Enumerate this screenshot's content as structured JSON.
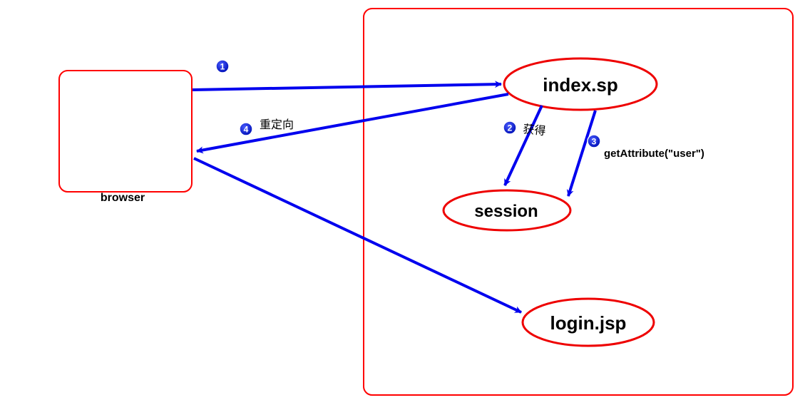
{
  "colors": {
    "node_border": "#ff0000",
    "arrow": "#0000ee",
    "badge": "#0000cc",
    "text": "#000000",
    "background": "#ffffff"
  },
  "nodes": {
    "browser": {
      "label": "browser"
    },
    "index": {
      "label": "index.sp"
    },
    "session": {
      "label": "session"
    },
    "login": {
      "label": "login.jsp"
    }
  },
  "edges": {
    "step1": {
      "badge": "1",
      "label": ""
    },
    "step2": {
      "badge": "2",
      "label": "获得"
    },
    "step3": {
      "badge": "3",
      "label": "getAttribute(\"user\")"
    },
    "step4": {
      "badge": "4",
      "label": "重定向"
    }
  }
}
